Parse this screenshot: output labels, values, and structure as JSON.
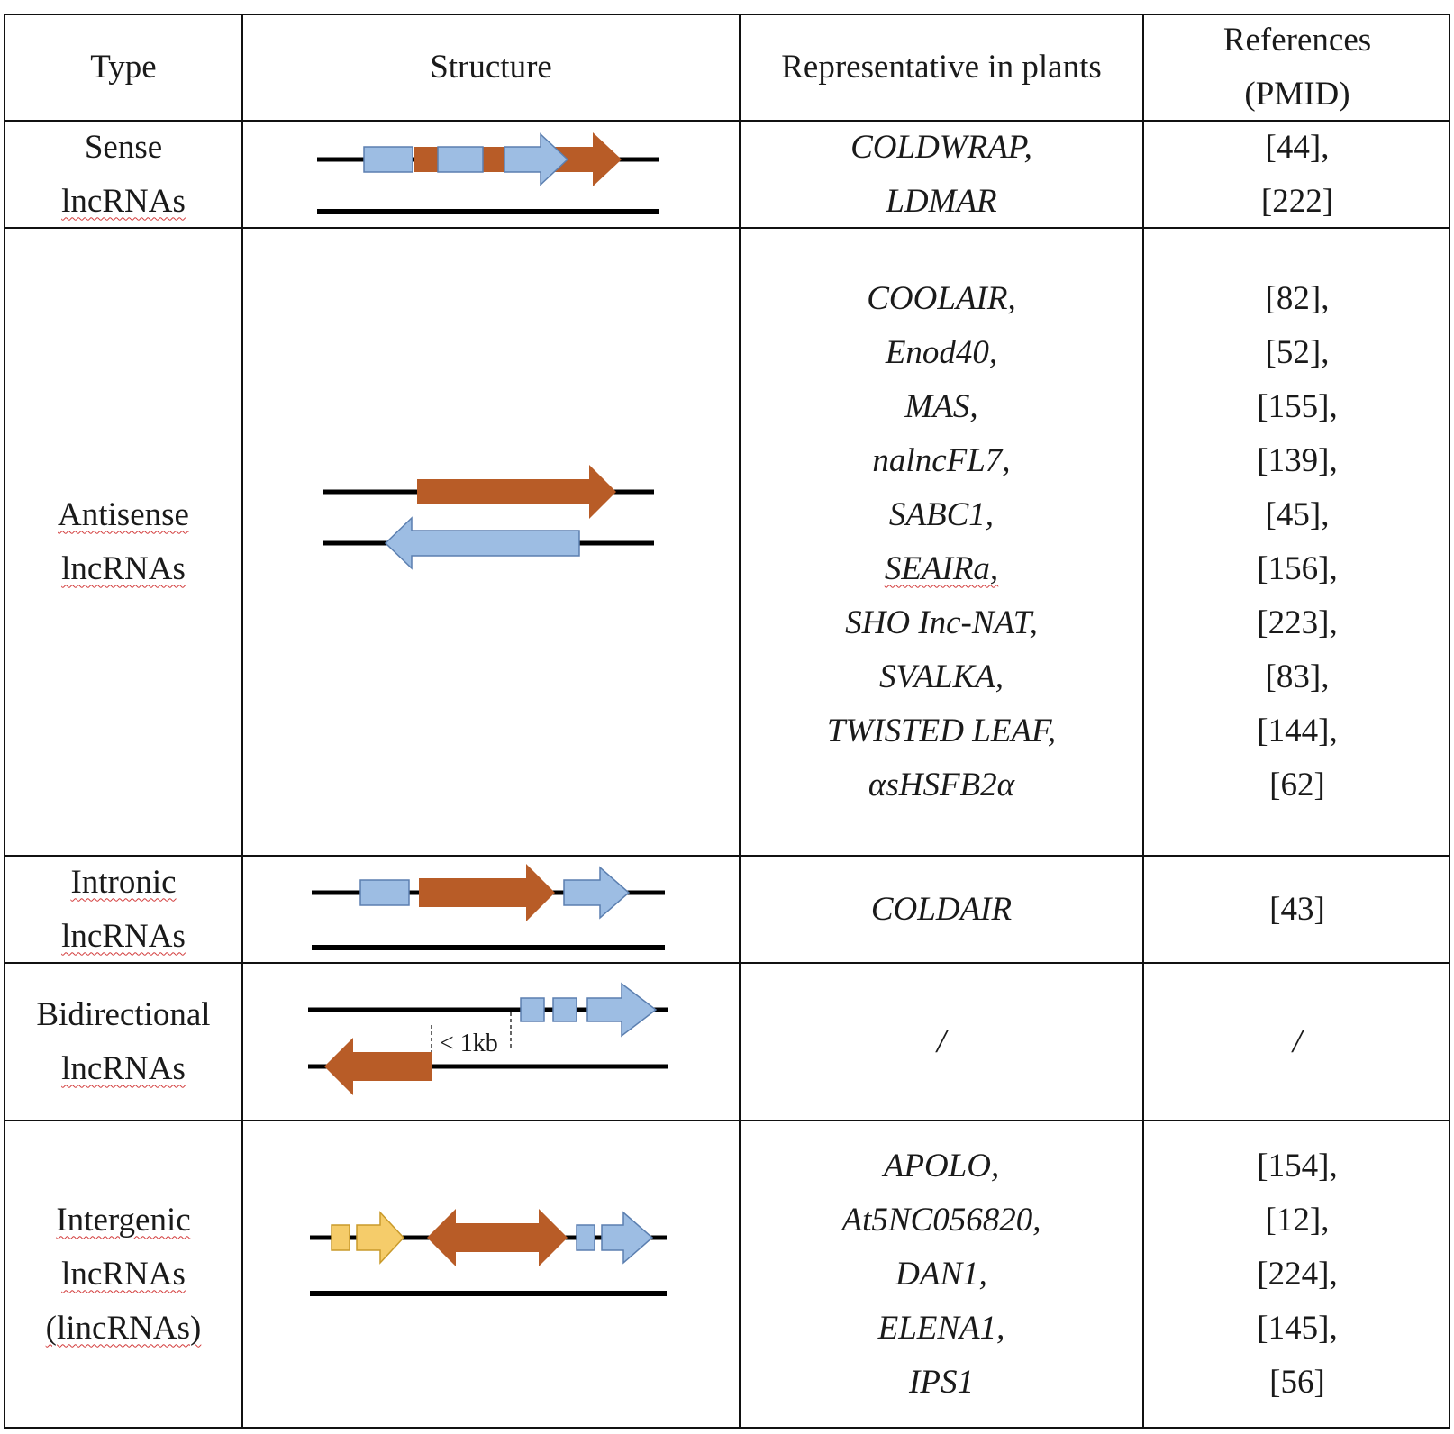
{
  "table": {
    "headers": {
      "type": "Type",
      "structure": "Structure",
      "representative": "Representative in plants",
      "references_line1": "References",
      "references_line2": "(PMID)"
    },
    "rows": [
      {
        "type_line1": "Sense",
        "type_line2": "lncRNAs",
        "representatives": [
          "COLDWRAP,",
          "LDMAR"
        ],
        "references": [
          "[44],",
          "[222]"
        ]
      },
      {
        "type_line1": "Antisense",
        "type_line2": "lncRNAs",
        "representatives": [
          "COOLAIR,",
          "Enod40,",
          "MAS,",
          "nalncFL7,",
          "SABC1,",
          "SEAIRa,",
          "SHO Inc-NAT,",
          "SVALKA,",
          "TWISTED LEAF,",
          "αsHSFB2α"
        ],
        "references": [
          "[82],",
          "[52],",
          "[155],",
          "[139],",
          "[45],",
          "[156],",
          "[223],",
          "[83],",
          "[144],",
          "[62]"
        ]
      },
      {
        "type_line1": "Intronic",
        "type_line2": "lncRNAs",
        "representatives": [
          "COLDAIR"
        ],
        "references": [
          "[43]"
        ]
      },
      {
        "type_line1": "Bidirectional",
        "type_line2": "lncRNAs",
        "representatives": [
          "/"
        ],
        "references": [
          "/"
        ],
        "structure_label": "< 1kb"
      },
      {
        "type_line1": "Intergenic",
        "type_line2": "lncRNAs",
        "type_line3": "(lincRNAs)",
        "representatives": [
          "APOLO,",
          "At5NC056820,",
          "DAN1,",
          "ELENA1,",
          "IPS1"
        ],
        "references": [
          "[154],",
          "[12],",
          "[224],",
          "[145],",
          "[56]"
        ]
      }
    ]
  },
  "colors": {
    "blue_fill": "#9dbde3",
    "blue_stroke": "#5b7fb0",
    "orange_fill": "#b85c27",
    "yellow_fill": "#f5cc6a",
    "yellow_stroke": "#c99a2a",
    "line": "#000000"
  }
}
